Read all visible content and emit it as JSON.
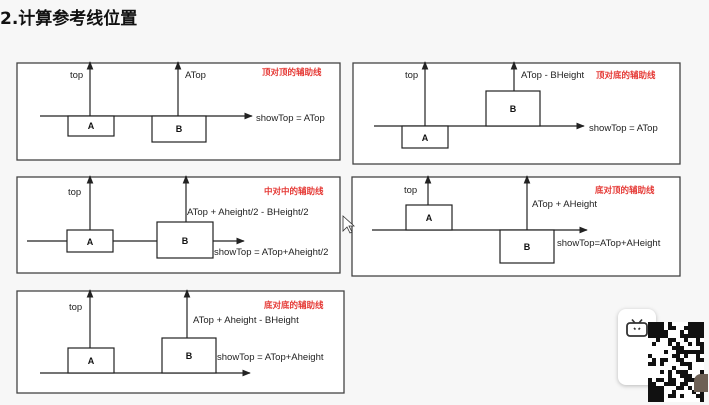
{
  "title": "2.计算参考线位置",
  "panels": {
    "p1": {
      "note": "顶对顶的辅助线",
      "top_label": "top",
      "b_label": "ATop",
      "result": "showTop = ATop",
      "box_a": "A",
      "box_b": "B"
    },
    "p2": {
      "note": "顶对底的辅助线",
      "top_label": "top",
      "b_label": "ATop - BHeight",
      "result": "showTop = ATop",
      "box_a": "A",
      "box_b": "B"
    },
    "p3": {
      "note": "中对中的辅助线",
      "top_label": "top",
      "b_label": "ATop + Aheight/2  - BHeight/2",
      "result": "showTop = ATop+Aheight/2",
      "box_a": "A",
      "box_b": "B"
    },
    "p4": {
      "note": "底对顶的辅助线",
      "top_label": "top",
      "b_label": "ATop + AHeight",
      "result": "showTop=ATop+AHeight",
      "box_a": "A",
      "box_b": "B"
    },
    "p5": {
      "note": "底对底的辅助线",
      "top_label": "top",
      "b_label": "ATop + Aheight - BHeight",
      "result": "showTop = ATop+Aheight",
      "box_a": "A",
      "box_b": "B"
    }
  },
  "icons": {
    "app_badge": "tv-icon",
    "qr": "qr-code"
  },
  "colors": {
    "accent_red": "#e53935",
    "line": "#222222"
  }
}
